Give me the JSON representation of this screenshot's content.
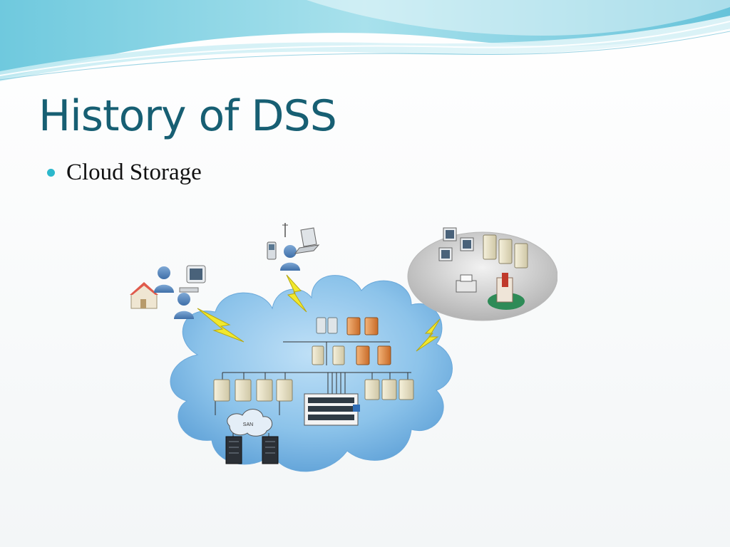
{
  "slide": {
    "title": "History of DSS",
    "bullets": [
      {
        "text": "Cloud Storage"
      }
    ]
  },
  "diagram": {
    "san_label": "SAN",
    "icons": [
      "home-icon",
      "user-icon",
      "desktop-icon",
      "mobile-phone-icon",
      "laptop-icon",
      "server-icon",
      "storage-rack-icon",
      "lightning-icon",
      "printer-icon",
      "building-icon"
    ]
  },
  "colors": {
    "title": "#175f73",
    "bullet": "#2cb8cc",
    "cloud": "#8fc4ea",
    "banner": "#8ed8e8"
  }
}
